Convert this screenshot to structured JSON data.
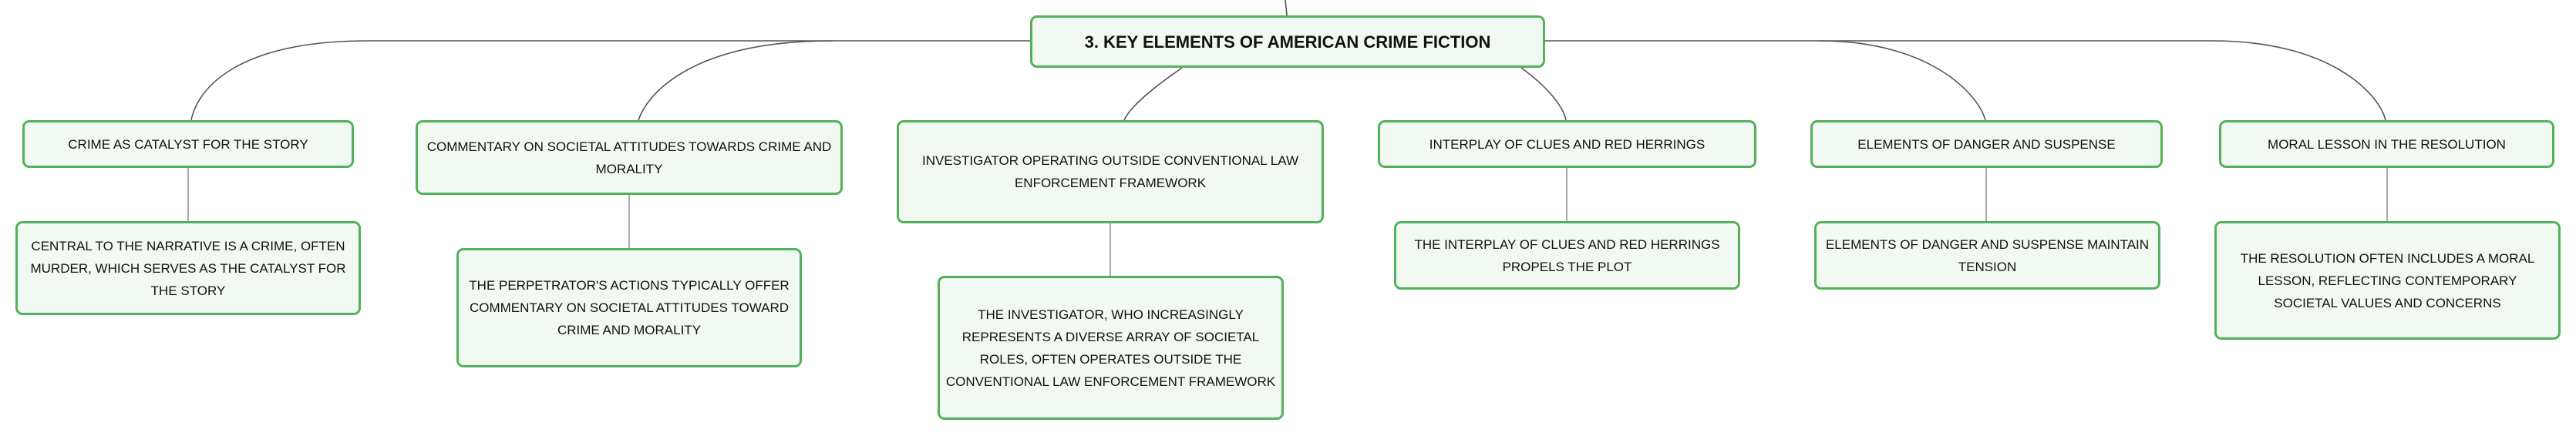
{
  "root": {
    "label": "3. KEY ELEMENTS OF AMERICAN CRIME FICTION"
  },
  "branches": [
    {
      "label": "CRIME AS CATALYST FOR THE STORY",
      "detail": "CENTRAL TO THE NARRATIVE IS A CRIME, OFTEN MURDER, WHICH SERVES AS THE CATALYST FOR THE STORY"
    },
    {
      "label": "COMMENTARY ON SOCIETAL ATTITUDES TOWARDS CRIME AND MORALITY",
      "detail": "THE PERPETRATOR'S ACTIONS TYPICALLY OFFER COMMENTARY ON SOCIETAL ATTITUDES TOWARD CRIME AND MORALITY"
    },
    {
      "label": "INVESTIGATOR OPERATING OUTSIDE CONVENTIONAL LAW ENFORCEMENT FRAMEWORK",
      "detail": "THE INVESTIGATOR, WHO INCREASINGLY REPRESENTS A DIVERSE ARRAY OF SOCIETAL ROLES, OFTEN OPERATES OUTSIDE THE CONVENTIONAL LAW ENFORCEMENT FRAMEWORK"
    },
    {
      "label": "INTERPLAY OF CLUES AND RED HERRINGS",
      "detail": "THE INTERPLAY OF CLUES AND RED HERRINGS PROPELS THE PLOT"
    },
    {
      "label": "ELEMENTS OF DANGER AND SUSPENSE",
      "detail": "ELEMENTS OF DANGER AND SUSPENSE MAINTAIN TENSION"
    },
    {
      "label": "MORAL LESSON IN THE RESOLUTION",
      "detail": "THE RESOLUTION OFTEN INCLUDES A MORAL LESSON, REFLECTING CONTEMPORARY SOCIETAL VALUES AND CONCERNS"
    }
  ],
  "colors": {
    "border": "#52b15a",
    "fill": "#f1f9f2",
    "line": "#555555"
  }
}
